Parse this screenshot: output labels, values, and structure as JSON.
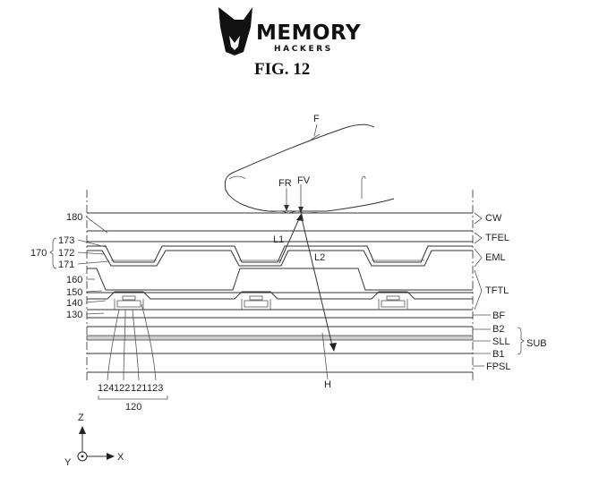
{
  "logo": {
    "line1": "MEMORY",
    "line2": "HACKERS"
  },
  "figure": {
    "title": "FIG. 12"
  },
  "labels": {
    "finger": "F",
    "ridge": "FR",
    "valley": "FV",
    "light_1": "L1",
    "light_2": "L2",
    "sensor_h": "H",
    "left": [
      "180",
      "173",
      "172",
      "171",
      "170",
      "160",
      "150",
      "140",
      "130"
    ],
    "right": [
      "CW",
      "TFEL",
      "EML",
      "TFTL",
      "BF",
      "B2",
      "SLL",
      "B1",
      "FPSL",
      "SUB"
    ],
    "bottom": [
      "124",
      "122",
      "121",
      "123"
    ],
    "group": "120",
    "axes": {
      "z": "Z",
      "y": "Y",
      "x": "X"
    }
  }
}
